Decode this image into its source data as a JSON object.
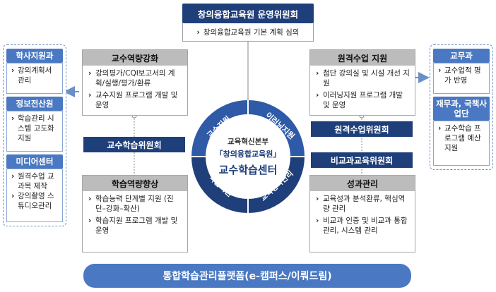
{
  "committee": {
    "title": "창의융합교육원 운영위원회",
    "item": "창의융합교육원 기본 계획 심의"
  },
  "center": {
    "line1": "교육혁신본부",
    "line2": "「창의융합교육원」",
    "line3": "교수학습센터"
  },
  "ring_labels": {
    "top_left": "교수지원",
    "top_right": "이러닝지원",
    "bottom_left": "학습지원",
    "bottom_right": "교육성과관리"
  },
  "quadrants": {
    "top_left": {
      "title": "교수역량강화",
      "items": [
        "강의평가/CQI보고서의 계획/실행/평가/환류",
        "교수지원 프로그램 개발 및 운영"
      ]
    },
    "top_right": {
      "title": "원격수업 지원",
      "items": [
        "첨단 강의실 및 시설 개선 지원",
        "이러닝지원 프로그램 개발 및 운영"
      ]
    },
    "bottom_left": {
      "title": "학습역량향상",
      "items": [
        "학습능력 단계별 지원 (진단–강화–확산)",
        "학습지원 프로그램 개발 및 운영"
      ]
    },
    "bottom_right": {
      "title": "성과관리",
      "items": [
        "교육성과 분석환류, 핵심역량 관리",
        "비교과 인증 및 비교과 통합관리, 시스템 관리"
      ]
    }
  },
  "bars": {
    "left": "교수학습위원회",
    "right_top": "원격수업위원회",
    "right_bottom": "비교과교육위원회"
  },
  "left_units": [
    {
      "title": "학사지원과",
      "items": [
        "강의계획서 관리"
      ]
    },
    {
      "title": "정보전산원",
      "items": [
        "학습관리 시스템 고도화 지원"
      ]
    },
    {
      "title": "미디어센터",
      "items": [
        "원격수업 교과목 제작",
        "강의촬영 스튜디오관리"
      ]
    }
  ],
  "right_units": [
    {
      "title": "교무과",
      "items": [
        "교수업적 평가 반영"
      ]
    },
    {
      "title": "재무과, 국책사업단",
      "items": [
        "교수학습 프로그램 예산지원"
      ]
    }
  ],
  "platform": "통합학습관리플랫폼(e-캠퍼스/이뤄드림)",
  "colors": {
    "navy": "#1f3f7a",
    "blue": "#4a78c2",
    "ring": "#2e5aa8",
    "grey_header": "#bcbcbc"
  }
}
